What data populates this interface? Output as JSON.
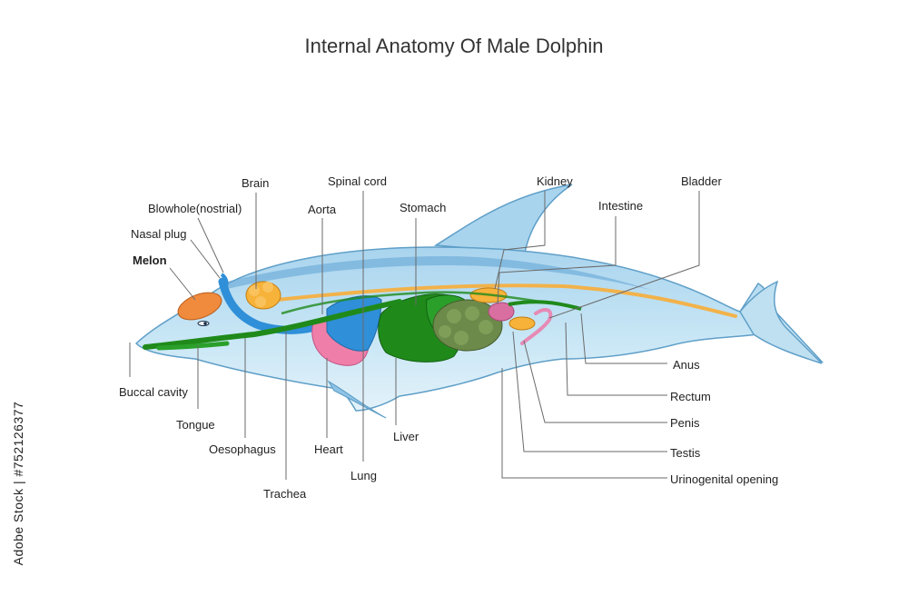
{
  "title": "Internal Anatomy Of Male Dolphin",
  "credit": "Adobe Stock | #752126377",
  "labels": {
    "brain": "Brain",
    "blowhole": "Blowhole(nostrial)",
    "nasal_plug": "Nasal plug",
    "melon": "Melon",
    "aorta": "Aorta",
    "spinal_cord": "Spinal cord",
    "stomach": "Stomach",
    "kidney": "Kidney",
    "intestine": "Intestine",
    "bladder": "Bladder",
    "buccal_cavity": "Buccal cavity",
    "tongue": "Tongue",
    "oesophagus": "Oesophagus",
    "trachea": "Trachea",
    "heart": "Heart",
    "lung": "Lung",
    "liver": "Liver",
    "anus": "Anus",
    "rectum": "Rectum",
    "penis": "Penis",
    "testis": "Testis",
    "urinogenital_opening": "Urinogenital opening"
  },
  "colors": {
    "body": "#bfe0f1",
    "body_outline": "#5f9fc8",
    "dark_blue": "#3f8fc9",
    "airway": "#2f8fd8",
    "brain": "#f7b23a",
    "melon": "#f08a3c",
    "green_organs": "#1f8a1a",
    "intestine": "#6c8a4a",
    "heart": "#ef7fa8",
    "spinal_cord": "#f2b24a",
    "leader": "#555555"
  }
}
